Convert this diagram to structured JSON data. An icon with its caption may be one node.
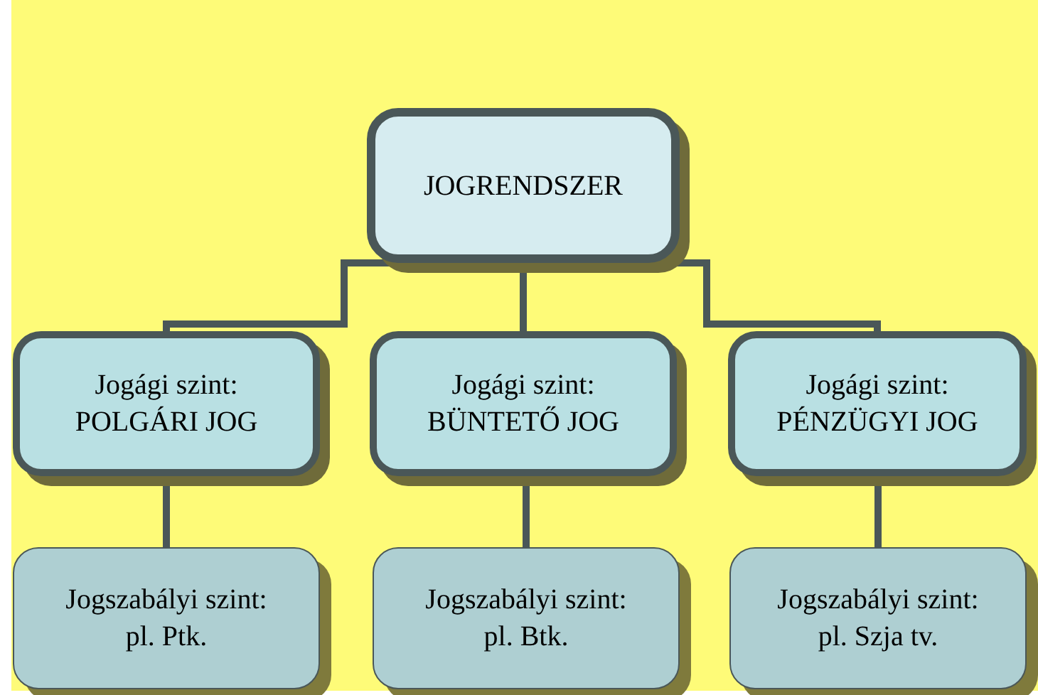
{
  "diagram": {
    "nodes": [
      {
        "text": [
          "JOGRENDSZER"
        ]
      },
      {
        "text": [
          "Jogági szint:",
          "POLGÁRI JOG"
        ]
      },
      {
        "text": [
          "Jogági szint:",
          "BÜNTETŐ JOG"
        ]
      },
      {
        "text": [
          "Jogági szint:",
          "PÉNZÜGYI JOG"
        ]
      },
      {
        "text": [
          "Jogszabályi szint:",
          "pl. Ptk."
        ]
      },
      {
        "text": [
          "Jogszabályi szint:",
          "pl. Btk."
        ]
      },
      {
        "text": [
          "Jogszabályi szint:",
          "pl. Szja tv."
        ]
      }
    ],
    "edges": [
      {
        "from": 0,
        "to": 1,
        "arrow": "none"
      },
      {
        "from": 0,
        "to": 2,
        "arrow": "none"
      },
      {
        "from": 0,
        "to": 3,
        "arrow": "none"
      },
      {
        "from": 1,
        "to": 4,
        "arrow": "none"
      },
      {
        "from": 2,
        "to": 5,
        "arrow": "none"
      },
      {
        "from": 3,
        "to": 6,
        "arrow": "none"
      }
    ]
  }
}
